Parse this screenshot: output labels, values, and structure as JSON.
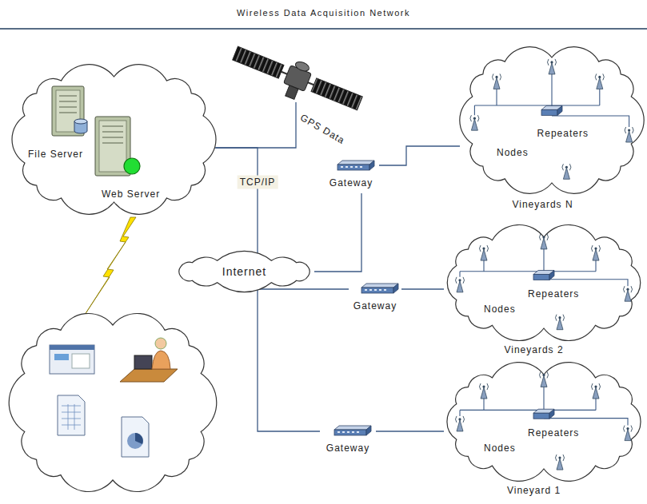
{
  "diagram": {
    "title": "Wireless Data Acquisition Network",
    "nodes": [
      {
        "text": [
          "File Server",
          "Web Server"
        ]
      },
      {
        "text": [
          "Internet"
        ]
      },
      {
        "text": [
          "Gateway"
        ]
      },
      {
        "text": [
          "Gateway"
        ]
      },
      {
        "text": [
          "Gateway"
        ]
      },
      {
        "text": [
          "Repeaters",
          "Nodes",
          "Vineyards N"
        ]
      },
      {
        "text": [
          "Repeaters",
          "Nodes",
          "Vineyards 2"
        ]
      },
      {
        "text": [
          "Repeaters",
          "Nodes",
          "Vineyard 1"
        ]
      }
    ],
    "edges": [
      {
        "from": 0,
        "to": 1,
        "label": "TCP/IP",
        "arrow": "none"
      },
      {
        "from": 1,
        "to": 2,
        "arrow": "none"
      },
      {
        "from": 1,
        "to": 3,
        "arrow": "none"
      },
      {
        "from": 1,
        "to": 4,
        "arrow": "none"
      },
      {
        "from": 2,
        "to": 5,
        "arrow": "none"
      },
      {
        "from": 3,
        "to": 6,
        "arrow": "none"
      },
      {
        "from": 4,
        "to": 7,
        "arrow": "none"
      }
    ],
    "labels": [
      "GPS Data"
    ]
  }
}
